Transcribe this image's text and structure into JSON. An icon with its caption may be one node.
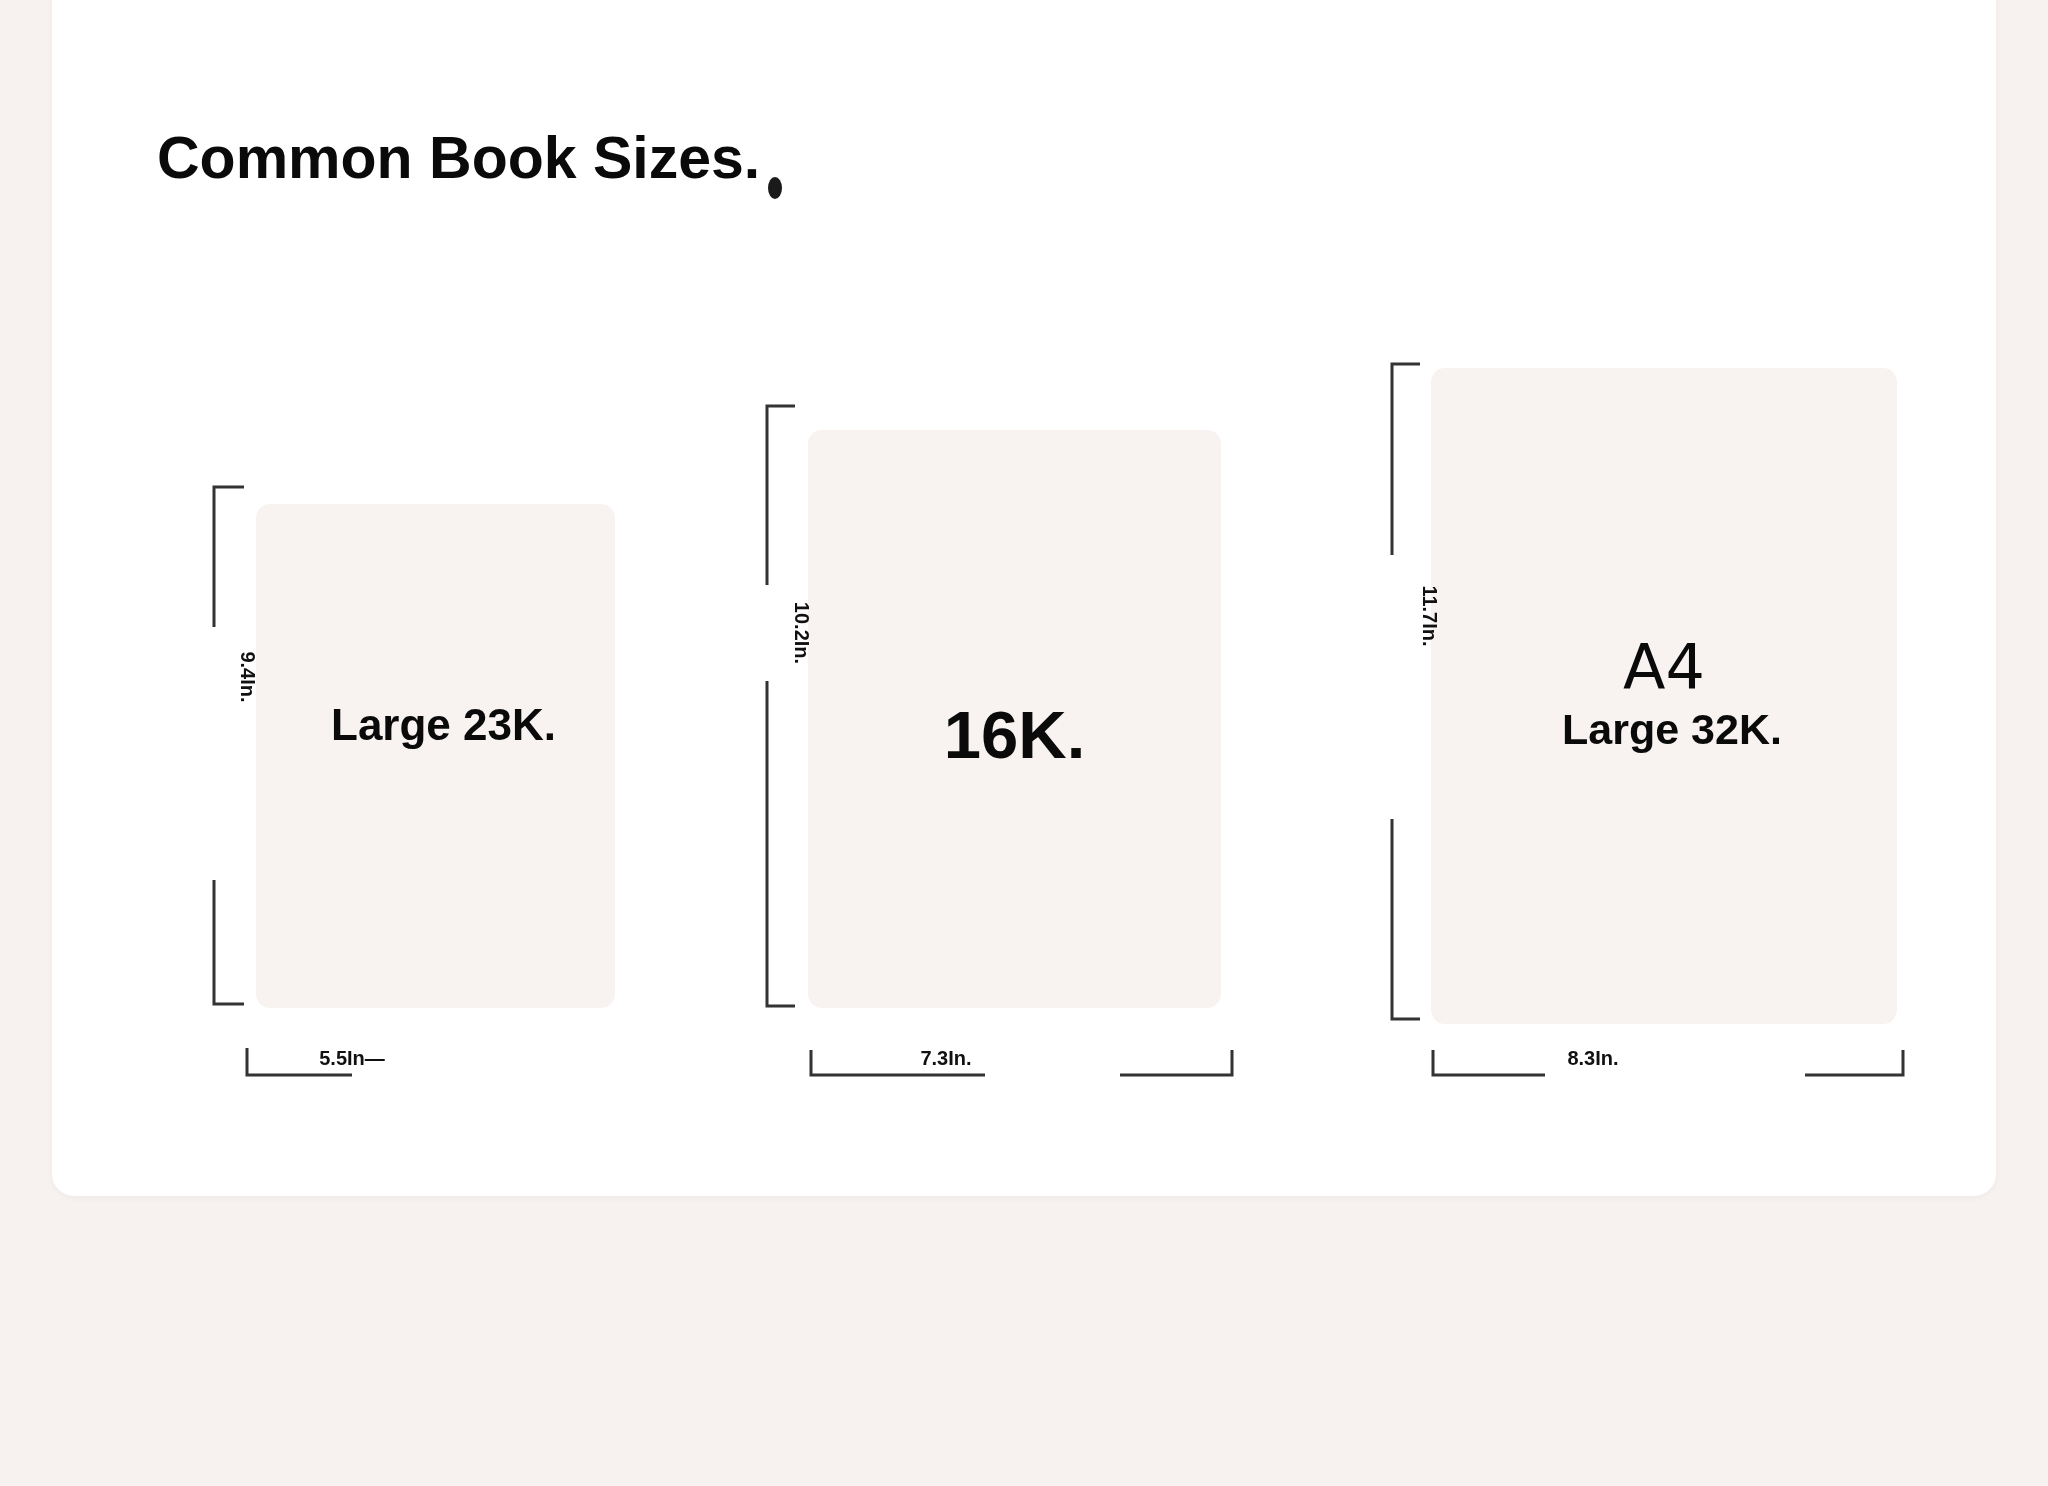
{
  "diagram": {
    "title": "Common Book Sizes.",
    "nodes": [
      {
        "text": [
          "Large 23K."
        ]
      },
      {
        "text": [
          "16K."
        ]
      },
      {
        "text": [
          "A4",
          "Large 32K."
        ]
      }
    ],
    "labels": [
      "9.4In.",
      "5.5In—",
      "10.2In.",
      "7.3In.",
      "11.7In.",
      "8.3In."
    ]
  }
}
